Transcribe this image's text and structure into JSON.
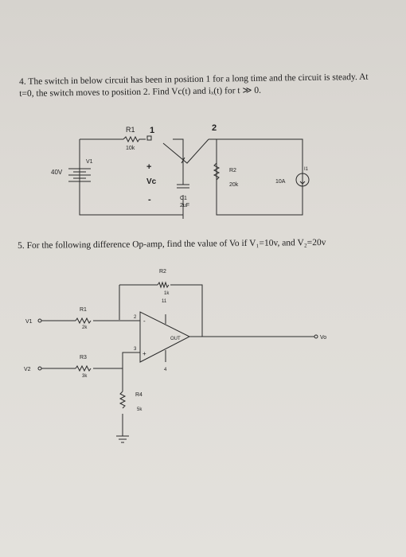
{
  "question4": {
    "line1": "4. The switch in below circuit has been in position 1 for a long time and the circuit is steady. At",
    "line2": "t=0, the switch moves to position 2. Find Vc(t) and iₓ(t) for t  ≫ 0."
  },
  "circuit1": {
    "r1_label": "R1",
    "r1_value": "10k",
    "pos1": "1",
    "pos2": "2",
    "v1_label": "V1",
    "v1_value": "40V",
    "plus": "+",
    "minus": "-",
    "vc_label": "Vc",
    "c1_label": "C1",
    "c1_value": "2uF",
    "r2_label": "R2",
    "r2_value": "20k",
    "i1_label": "I1",
    "i1_value": "10A"
  },
  "question5": {
    "text": "5. For the following difference Op-amp, find the value of Vo if V₁=10v, and V₂=20v"
  },
  "circuit2": {
    "r2_label": "R2",
    "r2_value": "1k",
    "r1_label": "R1",
    "r1_value": "2k",
    "r3_label": "R3",
    "r3_value": "3k",
    "r4_label": "R4",
    "r4_value": "5k",
    "v1_label": "V1",
    "v2_label": "V2",
    "vo_label": "Vo",
    "out_label": "OUT",
    "pin2": "2",
    "pin3": "3",
    "pin4": "4",
    "pin11": "11",
    "pin_minus": "-",
    "pin_plus": "+"
  }
}
